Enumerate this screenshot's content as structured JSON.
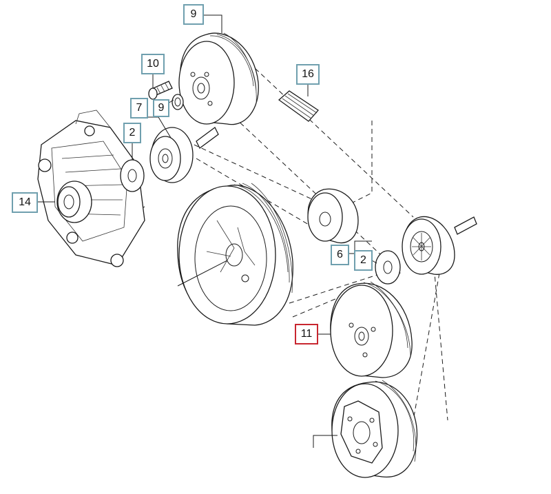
{
  "callouts": {
    "c9_top": "9",
    "c10": "10",
    "c16": "16",
    "c7": "7",
    "c9_small": "9",
    "c2_left": "2",
    "c14": "14",
    "c6": "6",
    "c2_right": "2",
    "c11": "11"
  },
  "selected_callout": "11",
  "colors": {
    "callout_border": "#6f9fae",
    "selected_border": "#c8262f",
    "line": "#1a1a1a"
  }
}
